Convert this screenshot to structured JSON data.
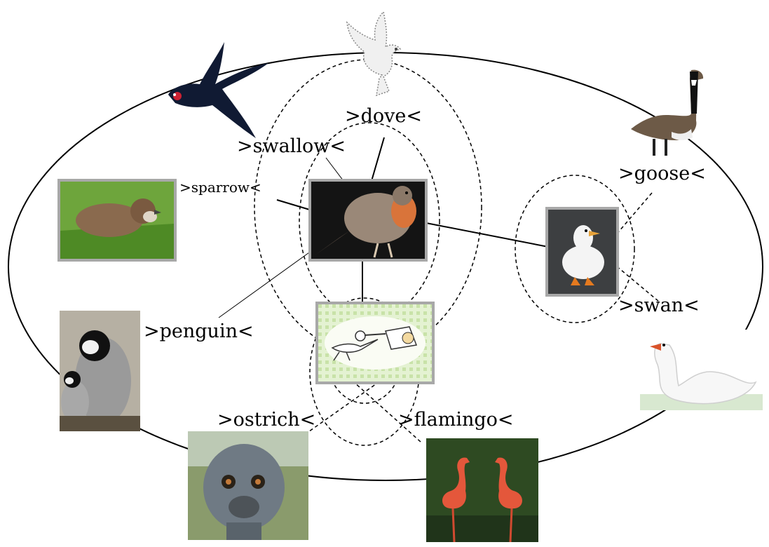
{
  "labels": {
    "dove": ">dove<",
    "swallow": ">swallow<",
    "sparrow": ">sparrow<",
    "goose": ">goose<",
    "swan": ">swan<",
    "penguin": ">penguin<",
    "ostrich": ">ostrich<",
    "flamingo": ">flamingo<"
  },
  "birds": {
    "center": "robin",
    "inner_ring": [
      "sparrow",
      "duck",
      "stork"
    ],
    "outer_ring": [
      "dove",
      "swallow",
      "goose",
      "swan",
      "penguin",
      "ostrich",
      "flamingo"
    ]
  },
  "colors": {
    "frame": "#a8a8a8",
    "line": "#000000",
    "background": "#ffffff"
  }
}
